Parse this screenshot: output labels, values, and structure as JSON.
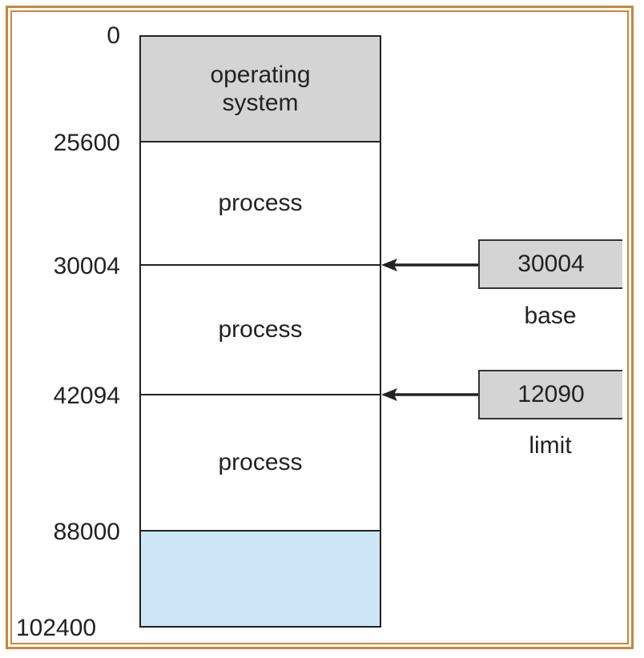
{
  "addresses": [
    "0",
    "25600",
    "30004",
    "42094",
    "88000",
    "102400"
  ],
  "segments": [
    {
      "label": "operating\nsystem",
      "color": "#d4d4d4"
    },
    {
      "label": "process",
      "color": "#ffffff"
    },
    {
      "label": "process",
      "color": "#ffffff"
    },
    {
      "label": "process",
      "color": "#ffffff"
    },
    {
      "label": "",
      "color": "#cde6f5"
    }
  ],
  "registers": {
    "base": {
      "value": "30004",
      "label": "base"
    },
    "limit": {
      "value": "12090",
      "label": "limit"
    }
  },
  "colors": {
    "frame": "#c8873a",
    "register_fill": "#d4d4d4",
    "os_fill": "#d4d4d4",
    "free_fill": "#cde6f5"
  }
}
